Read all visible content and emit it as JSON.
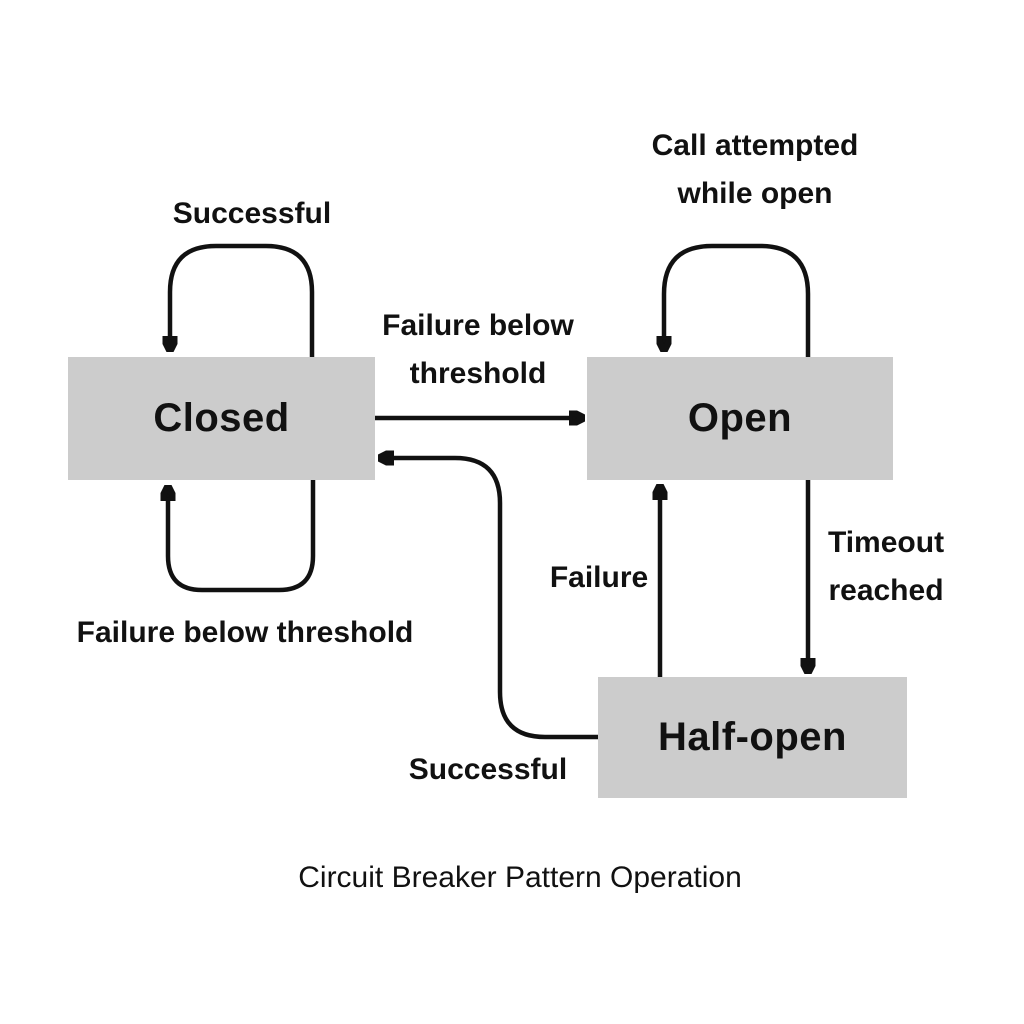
{
  "diagram": {
    "title": "Circuit Breaker Pattern Operation",
    "states": {
      "closed": "Closed",
      "open": "Open",
      "half_open": "Half-open"
    },
    "transitions": {
      "closed_self_top": "Successful",
      "closed_self_bottom": "Failure below threshold",
      "closed_to_open": "Failure below\nthreshold",
      "open_self_top": "Call attempted\nwhile open",
      "open_to_half_open": "Timeout\nreached",
      "half_open_to_open": "Failure",
      "half_open_to_closed": "Successful"
    },
    "colors": {
      "state_fill": "#cccccc",
      "line": "#111111",
      "text": "#111111",
      "background": "#ffffff"
    }
  }
}
